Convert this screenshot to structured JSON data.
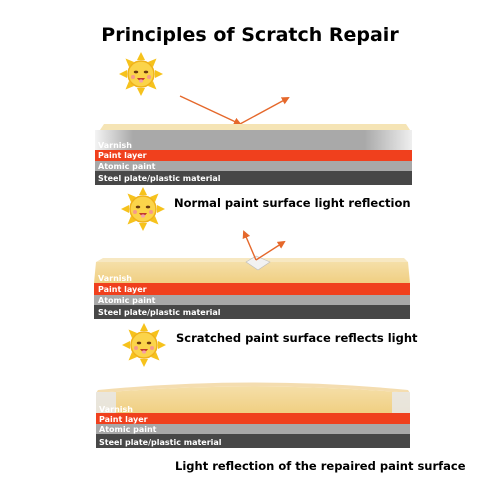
{
  "title": "Principles of Scratch Repair",
  "layers": {
    "varnish": "Varnish",
    "paint": "Paint layer",
    "atomic": "Atomic paint",
    "steel": "Steel plate/plastic material"
  },
  "captions": {
    "normal": "Normal paint surface light reflection",
    "scratched": "Scratched paint surface reflects light",
    "repaired": "Light reflection of the repaired paint surface"
  },
  "colors": {
    "varnish": "#f2d79b",
    "paint": "#f0401d",
    "atomic": "#a8a8a8",
    "steel": "#474747",
    "arrow": "#e5682b",
    "sun": "#f6c21c"
  },
  "icons": [
    "sun-icon",
    "sun-icon",
    "sun-icon"
  ]
}
